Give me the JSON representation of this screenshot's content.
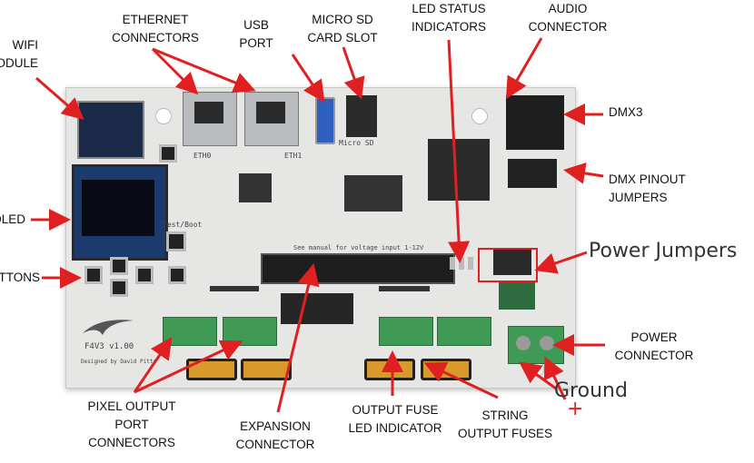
{
  "labels": {
    "wifi": "WIFI\nMODULE",
    "ethernet": "ETHERNET\nCONNECTORS",
    "usb": "USB\nPORT",
    "microsd": "MICRO SD\nCARD SLOT",
    "led_status": "LED STATUS\nINDICATORS",
    "audio": "AUDIO\nCONNECTOR",
    "dmx3": "DMX3",
    "dmx_pinout": "DMX PINOUT\nJUMPERS",
    "oled": "OLED",
    "buttons": "BUTTONS",
    "power_connector": "POWER\nCONNECTOR",
    "pixel_output": "PIXEL OUTPUT\nPORT\nCONNECTORS",
    "expansion": "EXPANSION\nCONNECTOR",
    "fuse_led": "OUTPUT FUSE\nLED INDICATOR",
    "string_fuses": "STRING\nOUTPUT FUSES"
  },
  "annotations": {
    "power_jumpers": "Power Jumpers",
    "ground": "Ground",
    "plus": "+"
  },
  "silkscreen": {
    "eth0": "ETH0",
    "eth1": "ETH1",
    "micro_sd": "Micro SD",
    "test_boot": "Test/Boot",
    "model": "F4V3  v1.00",
    "voltage_note": "See manual for voltage input 1-12V",
    "designer": "Designed by David Pitts"
  },
  "colors": {
    "arrow": "#e02020",
    "highlight": "#e02020",
    "board": "#e6e6e4",
    "terminal": "#3f9a55",
    "fuse": "#d99a2b"
  }
}
